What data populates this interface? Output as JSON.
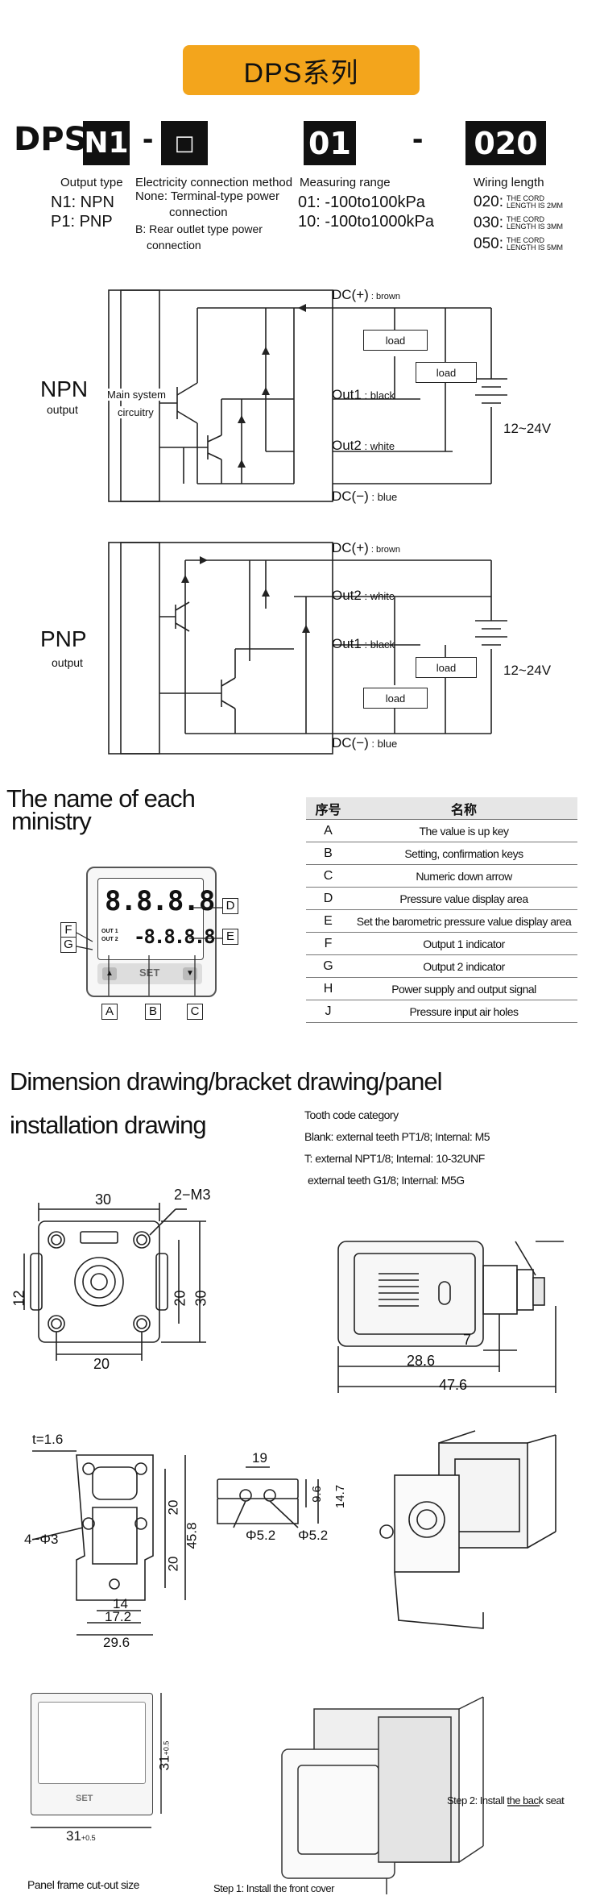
{
  "banner": {
    "title": "DPS系列"
  },
  "model": {
    "prefix": "DPS",
    "output_code": "N1",
    "dash1": "-",
    "elec_code": "□",
    "range_code": "01",
    "dash2": "-",
    "length_code": "020"
  },
  "legend": {
    "output_type": {
      "title": "Output type",
      "l1": "N1:  NPN",
      "l2": "P1:  PNP"
    },
    "elec": {
      "title": "Electricity connection method",
      "l1": "None: Terminal-type power",
      "l1b": "connection",
      "l2": "B: Rear outlet type power",
      "l2b": "connection"
    },
    "range": {
      "title": "Measuring range",
      "l1": "01:  -100to100kPa",
      "l2": "10:  -100to1000kPa"
    },
    "wiring": {
      "title": "Wiring length",
      "items": [
        {
          "code": "020:",
          "t1": "THE CORD",
          "t2": "LENGTH IS 2MM"
        },
        {
          "code": "030:",
          "t1": "THE CORD",
          "t2": "LENGTH IS 3MM"
        },
        {
          "code": "050:",
          "t1": "THE CORD",
          "t2": "LENGTH IS 5MM"
        }
      ]
    }
  },
  "npn": {
    "label": "NPN",
    "sublabel": "output",
    "main": "Main system",
    "main2": "circuitry",
    "dcp": "DC(+)",
    "dcp_s": "brown",
    "out1": "Out1",
    "out1_s": "black",
    "out2": "Out2",
    "out2_s": "white",
    "dcm": "DC(−)",
    "dcm_s": "blue",
    "load": "load",
    "volt": "12~24V"
  },
  "pnp": {
    "label": "PNP",
    "sublabel": "output",
    "dcp": "DC(+)",
    "dcp_s": "brown",
    "out2": "Out2",
    "out2_s": "white",
    "out1": "Out1",
    "out1_s": "black",
    "dcm": "DC(−)",
    "dcm_s": "blue",
    "load": "load",
    "volt": "12~24V"
  },
  "names": {
    "title1": "The name of each",
    "title2": "ministry",
    "headers": [
      "序号",
      "名称"
    ],
    "rows": [
      {
        "k": "A",
        "v": "The value is up key"
      },
      {
        "k": "B",
        "v": "Setting, confirmation keys"
      },
      {
        "k": "C",
        "v": "Numeric down arrow"
      },
      {
        "k": "D",
        "v": "Pressure value display area"
      },
      {
        "k": "E",
        "v": "Set the barometric pressure value display area"
      },
      {
        "k": "F",
        "v": "Output 1 indicator"
      },
      {
        "k": "G",
        "v": "Output 2 indicator"
      },
      {
        "k": "H",
        "v": "Power supply and output signal"
      },
      {
        "k": "J",
        "v": "Pressure input air holes"
      }
    ],
    "display_main": "8.8.8.8",
    "display_sub": "-8.8.8.8",
    "out1": "OUT 1",
    "out2": "OUT 2",
    "set": "SET",
    "callouts": {
      "A": "A",
      "B": "B",
      "C": "C",
      "D": "D",
      "E": "E",
      "F": "F",
      "G": "G"
    }
  },
  "dimension": {
    "title1": "Dimension drawing/bracket drawing/panel",
    "title2": "installation drawing",
    "tooth": {
      "t0": "Tooth code category",
      "t1": "Blank: external teeth PT1/8; Internal: M5",
      "t2": "T:     external NPT1/8; Internal: 10-32UNF",
      "t3": "external teeth G1/8; Internal: M5G"
    },
    "front": {
      "w30": "30",
      "m3": "2−M3",
      "h12": "12",
      "h20": "20",
      "h30": "30",
      "w20": "20"
    },
    "side": {
      "d7": "7",
      "d286": "28.6",
      "d476": "47.6"
    },
    "bracket": {
      "t": "t=1.6",
      "holes": "4−Φ3",
      "v20a": "20",
      "v20b": "20",
      "v458": "45.8",
      "w14": "14",
      "w172": "17.2",
      "w296": "29.6"
    },
    "clip": {
      "w19": "19",
      "h96": "9.6",
      "h147": "14.7",
      "d1": "Φ5.2",
      "d2": "Φ5.2"
    },
    "panel": {
      "h": "31",
      "h_tol": "+0.5",
      "h_tol2": "0",
      "w": "31",
      "caption": "Panel frame cut-out size",
      "set": "SET"
    },
    "install": {
      "step1": "Step 1: Install the front cover",
      "step2": "Step 2: Install the back seat"
    }
  }
}
